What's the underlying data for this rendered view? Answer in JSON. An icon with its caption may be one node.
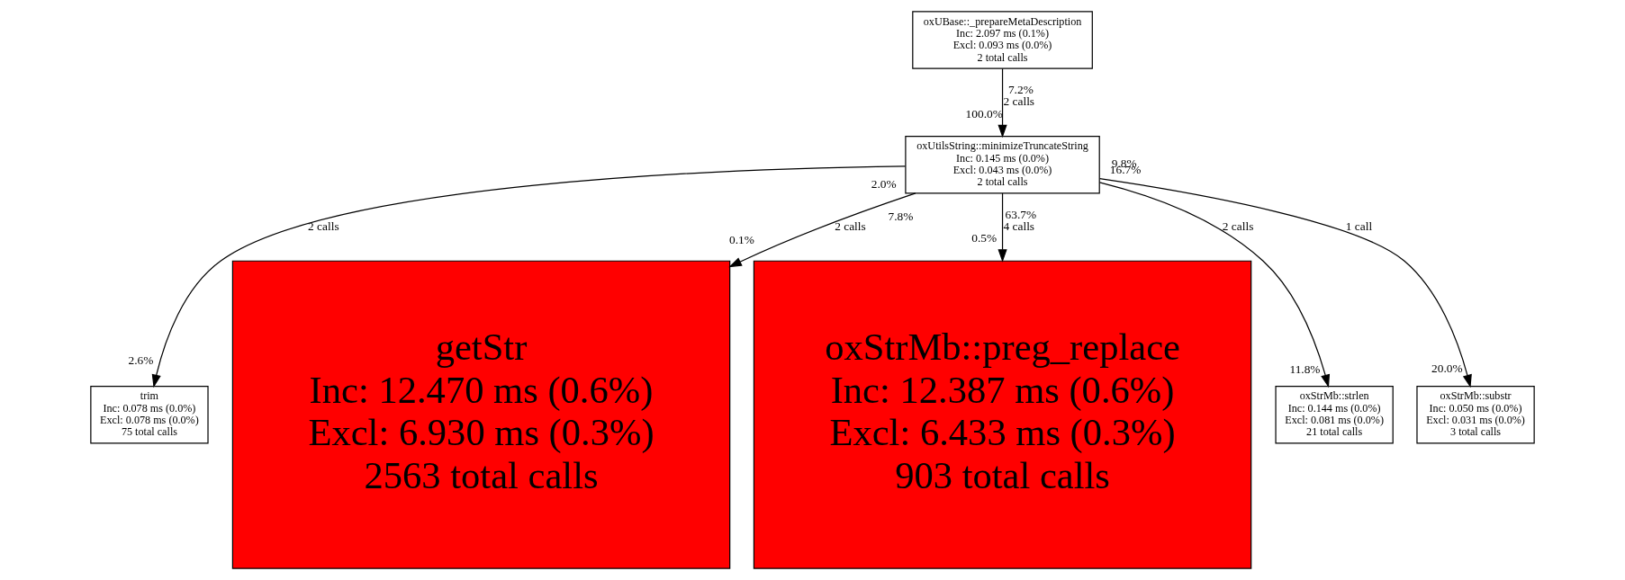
{
  "diagram": {
    "nodes": [
      {
        "text": [
          "oxUBase::_prepareMetaDescription",
          "Inc: 2.097 ms (0.1%)",
          "Excl: 0.093 ms (0.0%)",
          "2 total calls"
        ]
      },
      {
        "text": [
          "oxUtilsString::minimizeTruncateString",
          "Inc: 0.145 ms (0.0%)",
          "Excl: 0.043 ms (0.0%)",
          "2 total calls"
        ]
      },
      {
        "text": [
          "trim",
          "Inc: 0.078 ms (0.0%)",
          "Excl: 0.078 ms (0.0%)",
          "75 total calls"
        ]
      },
      {
        "text": [
          "getStr",
          "Inc: 12.470 ms (0.6%)",
          "Excl: 6.930 ms (0.3%)",
          "2563 total calls"
        ]
      },
      {
        "text": [
          "oxStrMb::preg_replace",
          "Inc: 12.387 ms (0.6%)",
          "Excl: 6.433 ms (0.3%)",
          "903 total calls"
        ]
      },
      {
        "text": [
          "oxStrMb::strlen",
          "Inc: 0.144 ms (0.0%)",
          "Excl: 0.081 ms (0.0%)",
          "21 total calls"
        ]
      },
      {
        "text": [
          "oxStrMb::substr",
          "Inc: 0.050 ms (0.0%)",
          "Excl: 0.031 ms (0.0%)",
          "3 total calls"
        ]
      }
    ],
    "edges": [
      {
        "from": 0,
        "to": 1,
        "arrow": "to",
        "label": "2 calls"
      },
      {
        "from": 1,
        "to": 2,
        "arrow": "to",
        "label": "2 calls"
      },
      {
        "from": 1,
        "to": 3,
        "arrow": "to",
        "label": "2 calls"
      },
      {
        "from": 1,
        "to": 4,
        "arrow": "to",
        "label": "4 calls"
      },
      {
        "from": 1,
        "to": 5,
        "arrow": "to",
        "label": "2 calls"
      },
      {
        "from": 1,
        "to": 6,
        "arrow": "to",
        "label": "1 call"
      }
    ],
    "labels": [
      "7.2%",
      "100.0%",
      "2.0%",
      "2.6%",
      "7.8%",
      "0.1%",
      "63.7%",
      "0.5%",
      "16.7%",
      "11.8%",
      "9.8%",
      "20.0%"
    ]
  }
}
